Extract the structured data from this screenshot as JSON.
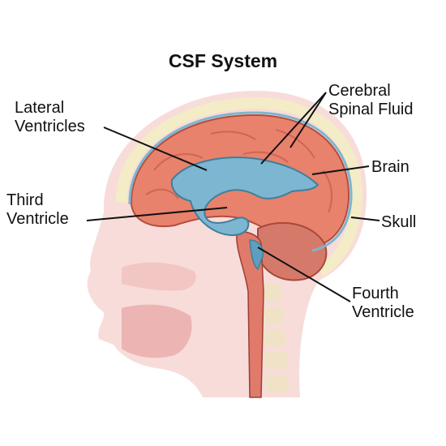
{
  "title": "CSF System",
  "labels": {
    "lateral_ventricles": [
      "Lateral",
      "Ventricles"
    ],
    "third_ventricle": [
      "Third",
      "Ventricle"
    ],
    "cerebral_spinal_fluid": [
      "Cerebral",
      "Spinal Fluid"
    ],
    "brain": "Brain",
    "skull": "Skull",
    "fourth_ventricle": [
      "Fourth",
      "Ventricle"
    ]
  },
  "colors": {
    "brain": "#e8826c",
    "brain_fold": "#cf6450",
    "csf": "#7cb6d0",
    "csf_outline": "#3f7f9c",
    "skull": "#f3ecc4",
    "skin": "#f6d6d4",
    "leader_line": "#111111"
  }
}
